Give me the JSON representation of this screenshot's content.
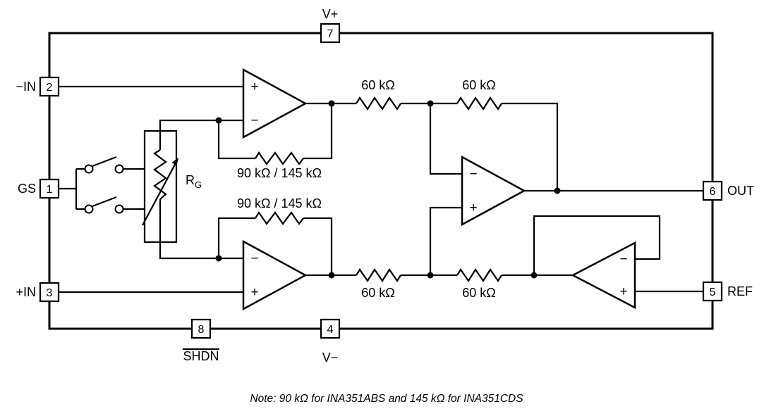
{
  "diagram": {
    "pins": {
      "gs": {
        "number": "1",
        "label": "GS"
      },
      "nin": {
        "number": "2",
        "label": "−IN"
      },
      "pin": {
        "number": "3",
        "label": "+IN"
      },
      "vminus": {
        "number": "4",
        "label": "V−"
      },
      "ref": {
        "number": "5",
        "label": "REF"
      },
      "out": {
        "number": "6",
        "label": "OUT"
      },
      "vplus": {
        "number": "7",
        "label": "V+"
      },
      "shdn": {
        "number": "8",
        "label": "SHDN"
      }
    },
    "resistors": {
      "feedback_top": "90 kΩ / 145 kΩ",
      "feedback_bottom": "90 kΩ / 145 kΩ",
      "top_left": "60 kΩ",
      "top_right": "60 kΩ",
      "bottom_left": "60 kΩ",
      "bottom_right": "60 kΩ",
      "gain_name": "R",
      "gain_sub": "G"
    },
    "opamp_symbols": {
      "plus": "+",
      "minus": "−"
    },
    "note": "Note: 90 kΩ for INA351ABS and 145 kΩ for INA351CDS",
    "colors": {
      "ink": "#000000",
      "background": "#ffffff"
    }
  }
}
